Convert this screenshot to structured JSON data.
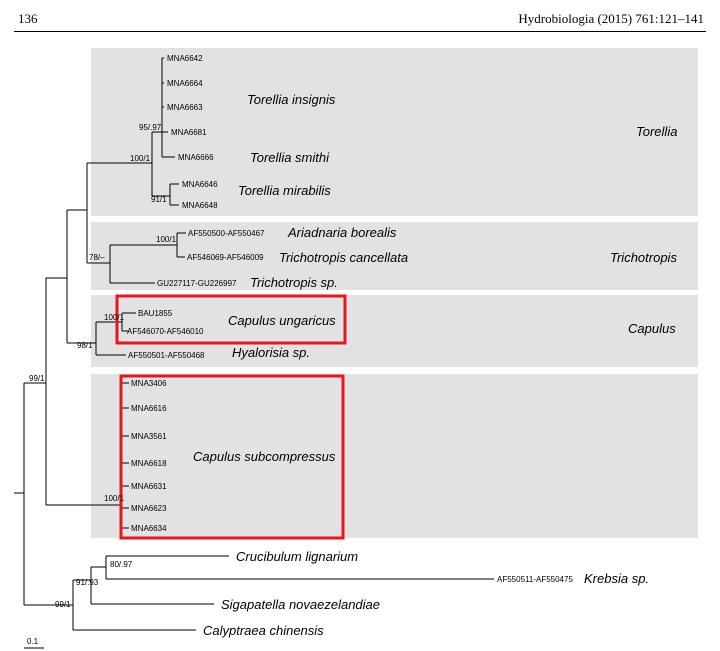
{
  "header": {
    "page_number": "136",
    "journal": "Hydrobiologia (2015) 761:121–141"
  },
  "clades": {
    "torellia": "Torellia",
    "trichotropis": "Trichotropis",
    "capulus": "Capulus"
  },
  "species": {
    "torellia_insignis": "Torellia insignis",
    "torellia_smithi": "Torellia smithi",
    "torellia_mirabilis": "Torellia mirabilis",
    "ariadnaria_borealis": "Ariadnaria borealis",
    "trichotropis_cancellata": "Trichotropis cancellata",
    "trichotropis_sp": "Trichotropis sp.",
    "capulus_ungaricus": "Capulus ungaricus",
    "hyalorisia_sp": "Hyalorisia sp.",
    "capulus_subcompressus": "Capulus subcompressus",
    "crucibulum_lignarium": "Crucibulum lignarium",
    "krebsia_sp": "Krebsia sp.",
    "sigapatella": "Sigapatella novaezelandiae",
    "calyptraea": "Calyptraea chinensis"
  },
  "tips": {
    "mna6642": "MNA6642",
    "mna6664": "MNA6664",
    "mna6663": "MNA6663",
    "mna6681": "MNA6681",
    "mna6666": "MNA6666",
    "mna6646": "MNA6646",
    "mna6648": "MNA6648",
    "af550500": "AF550500-AF550467",
    "af546069": "AF546069-AF546009",
    "gu227117": "GU227117-GU226997",
    "bau1855": "BAU1855",
    "af546070": "AF546070-AF546010",
    "af550501": "AF550501-AF550468",
    "mna3406": "MNA3406",
    "mna6616": "MNA6616",
    "mna3561": "MNA3561",
    "mna6618": "MNA6618",
    "mna6631": "MNA6631",
    "mna6623": "MNA6623",
    "mna6634": "MNA6634",
    "af550511": "AF550511-AF550475"
  },
  "support": {
    "s95_97": "95/.97",
    "s100_1_torellia": "100/1",
    "s91_1": "91/1",
    "s100_1_ariadnaria": "100/1",
    "s78": "78/–",
    "s100_1_capulus": "100/1",
    "s98_1": "98/1",
    "s99_1_top": "99/1",
    "s100_1_subcompressus": "100/1",
    "s80_97": "80/.97",
    "s91_93": "91/.93",
    "s99_1_bottom": "99/1"
  },
  "scale_bar": "0.1",
  "colors": {
    "clade_box": "#e2e2e2",
    "highlight": "#e8151c",
    "branch": "#000000"
  }
}
